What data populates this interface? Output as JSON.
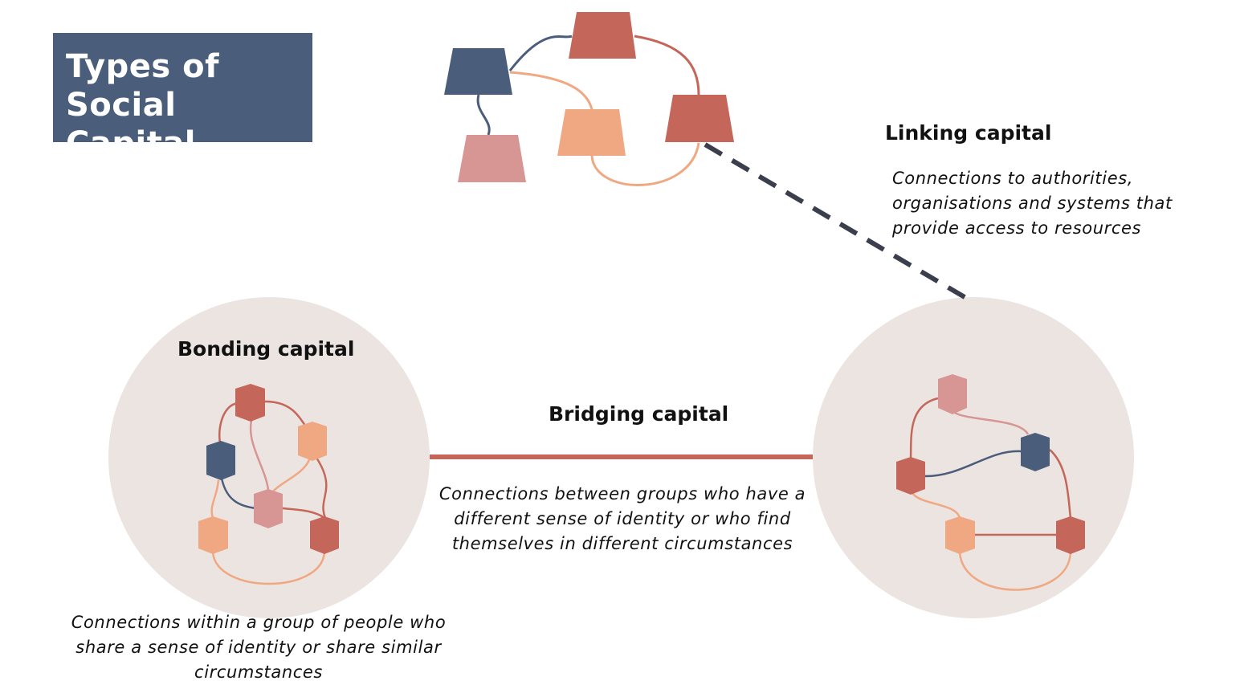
{
  "title": "Types of\nSocial Capital",
  "linking": {
    "heading": "Linking capital",
    "description": "Connections to authorities, organisations and systems that provide access to resources"
  },
  "bonding": {
    "heading": "Bonding capital",
    "description": "Connections within a group of people who share a sense of identity or share similar circumstances"
  },
  "bridging": {
    "heading": "Bridging capital",
    "description": "Connections between groups who have a different sense of identity or who find themselves in different circumstances"
  },
  "colors": {
    "navy": "#4a5d7a",
    "red": "#c4675a",
    "peach": "#f0a882",
    "pink": "#d79593",
    "circle": "#ebe4e0",
    "dash": "#3b3f4d"
  }
}
